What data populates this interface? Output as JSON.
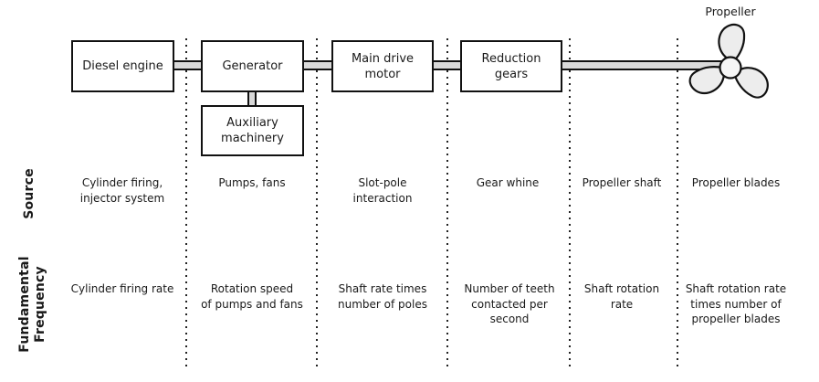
{
  "diagram": {
    "propeller_label": "Propeller",
    "boxes": {
      "diesel_engine": [
        "Diesel engine"
      ],
      "generator": [
        "Generator"
      ],
      "auxiliary_machinery": [
        "Auxiliary",
        "machinery"
      ],
      "main_drive_motor": [
        "Main drive",
        "motor"
      ],
      "reduction_gears": [
        "Reduction",
        "gears"
      ]
    },
    "row_labels": {
      "source": [
        "Source"
      ],
      "frequency": [
        "Fundamental",
        "Frequency"
      ]
    },
    "columns": [
      {
        "name": "diesel-engine",
        "source": [
          "Cylinder firing,",
          "injector system"
        ],
        "frequency": [
          "Cylinder firing rate"
        ]
      },
      {
        "name": "generator",
        "source": [
          "Pumps, fans"
        ],
        "frequency": [
          "Rotation speed",
          "of pumps and fans"
        ]
      },
      {
        "name": "main-drive-motor",
        "source": [
          "Slot-pole",
          "interaction"
        ],
        "frequency": [
          "Shaft rate times",
          "number of poles"
        ]
      },
      {
        "name": "reduction-gears",
        "source": [
          "Gear whine"
        ],
        "frequency": [
          "Number of teeth",
          "contacted per",
          "second"
        ]
      },
      {
        "name": "propeller-shaft",
        "source": [
          "Propeller shaft"
        ],
        "frequency": [
          "Shaft rotation",
          "rate"
        ]
      },
      {
        "name": "propeller-blades",
        "source": [
          "Propeller blades"
        ],
        "frequency": [
          "Shaft rotation rate",
          "times number of",
          "propeller blades"
        ]
      }
    ],
    "colors": {
      "background": "#ffffff",
      "line": "#111111",
      "text": "#1a1a1a",
      "shaft_fill": "#d9d9d9",
      "blade_fill": "#ededed",
      "hub_fill": "#f5f5f5"
    }
  }
}
